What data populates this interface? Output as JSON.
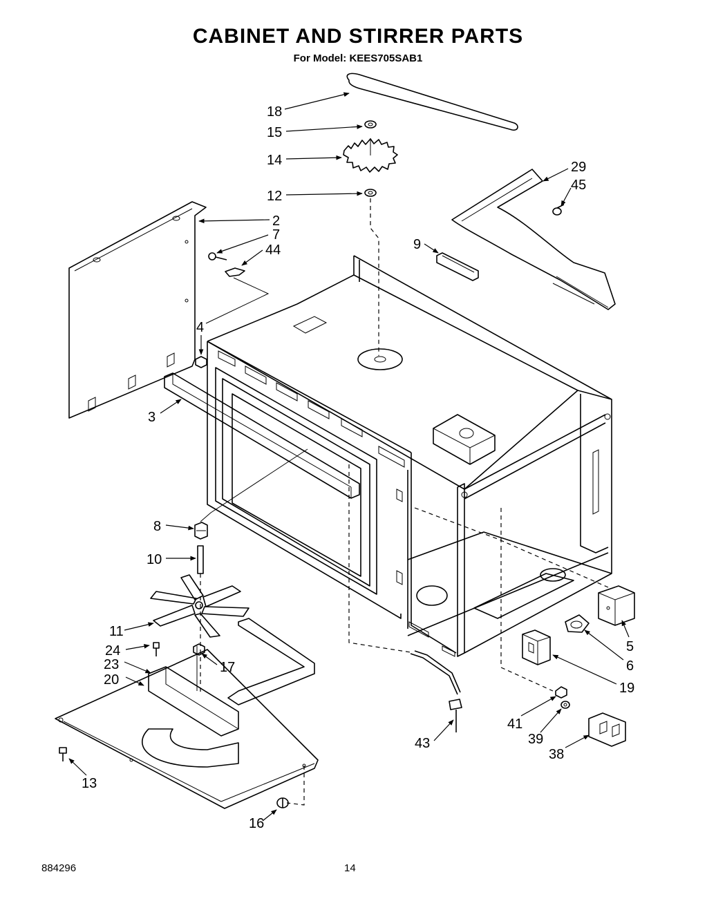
{
  "title": "CABINET AND STIRRER PARTS",
  "subtitle": "For Model: KEES705SAB1",
  "footer": {
    "doc_number": "884296",
    "page_number": "14"
  },
  "callouts": [
    {
      "id": "18",
      "label": "18"
    },
    {
      "id": "15",
      "label": "15"
    },
    {
      "id": "14",
      "label": "14"
    },
    {
      "id": "12",
      "label": "12"
    },
    {
      "id": "29",
      "label": "29"
    },
    {
      "id": "45",
      "label": "45"
    },
    {
      "id": "2",
      "label": "2"
    },
    {
      "id": "7",
      "label": "7"
    },
    {
      "id": "44",
      "label": "44"
    },
    {
      "id": "9",
      "label": "9"
    },
    {
      "id": "4",
      "label": "4"
    },
    {
      "id": "3",
      "label": "3"
    },
    {
      "id": "8",
      "label": "8"
    },
    {
      "id": "10",
      "label": "10"
    },
    {
      "id": "11",
      "label": "11"
    },
    {
      "id": "24",
      "label": "24"
    },
    {
      "id": "23",
      "label": "23"
    },
    {
      "id": "20",
      "label": "20"
    },
    {
      "id": "17",
      "label": "17"
    },
    {
      "id": "13",
      "label": "13"
    },
    {
      "id": "16",
      "label": "16"
    },
    {
      "id": "43",
      "label": "43"
    },
    {
      "id": "41",
      "label": "41"
    },
    {
      "id": "39",
      "label": "39"
    },
    {
      "id": "38",
      "label": "38"
    },
    {
      "id": "19",
      "label": "19"
    },
    {
      "id": "6",
      "label": "6"
    },
    {
      "id": "5",
      "label": "5"
    }
  ]
}
